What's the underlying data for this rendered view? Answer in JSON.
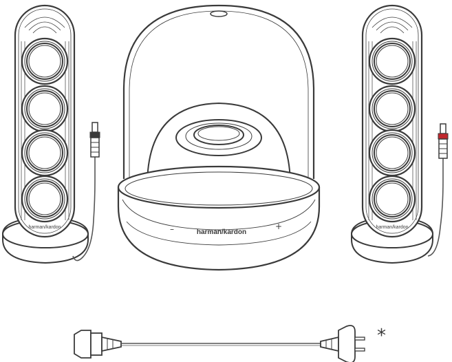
{
  "colors": {
    "line": "#3a3a3a",
    "fill": "#ffffff",
    "shade": "#f2f2f2",
    "cable": "#555555",
    "red_marker": "#c0272d",
    "white_marker": "#3a3a3a"
  },
  "left_satellite": {
    "brand": "harman/kardon"
  },
  "subwoofer": {
    "brand": "harman/kardon",
    "minus": "–",
    "plus": "+"
  },
  "right_satellite": {
    "brand": "harman/kardon"
  },
  "footnote": {
    "asterisk": "*"
  }
}
